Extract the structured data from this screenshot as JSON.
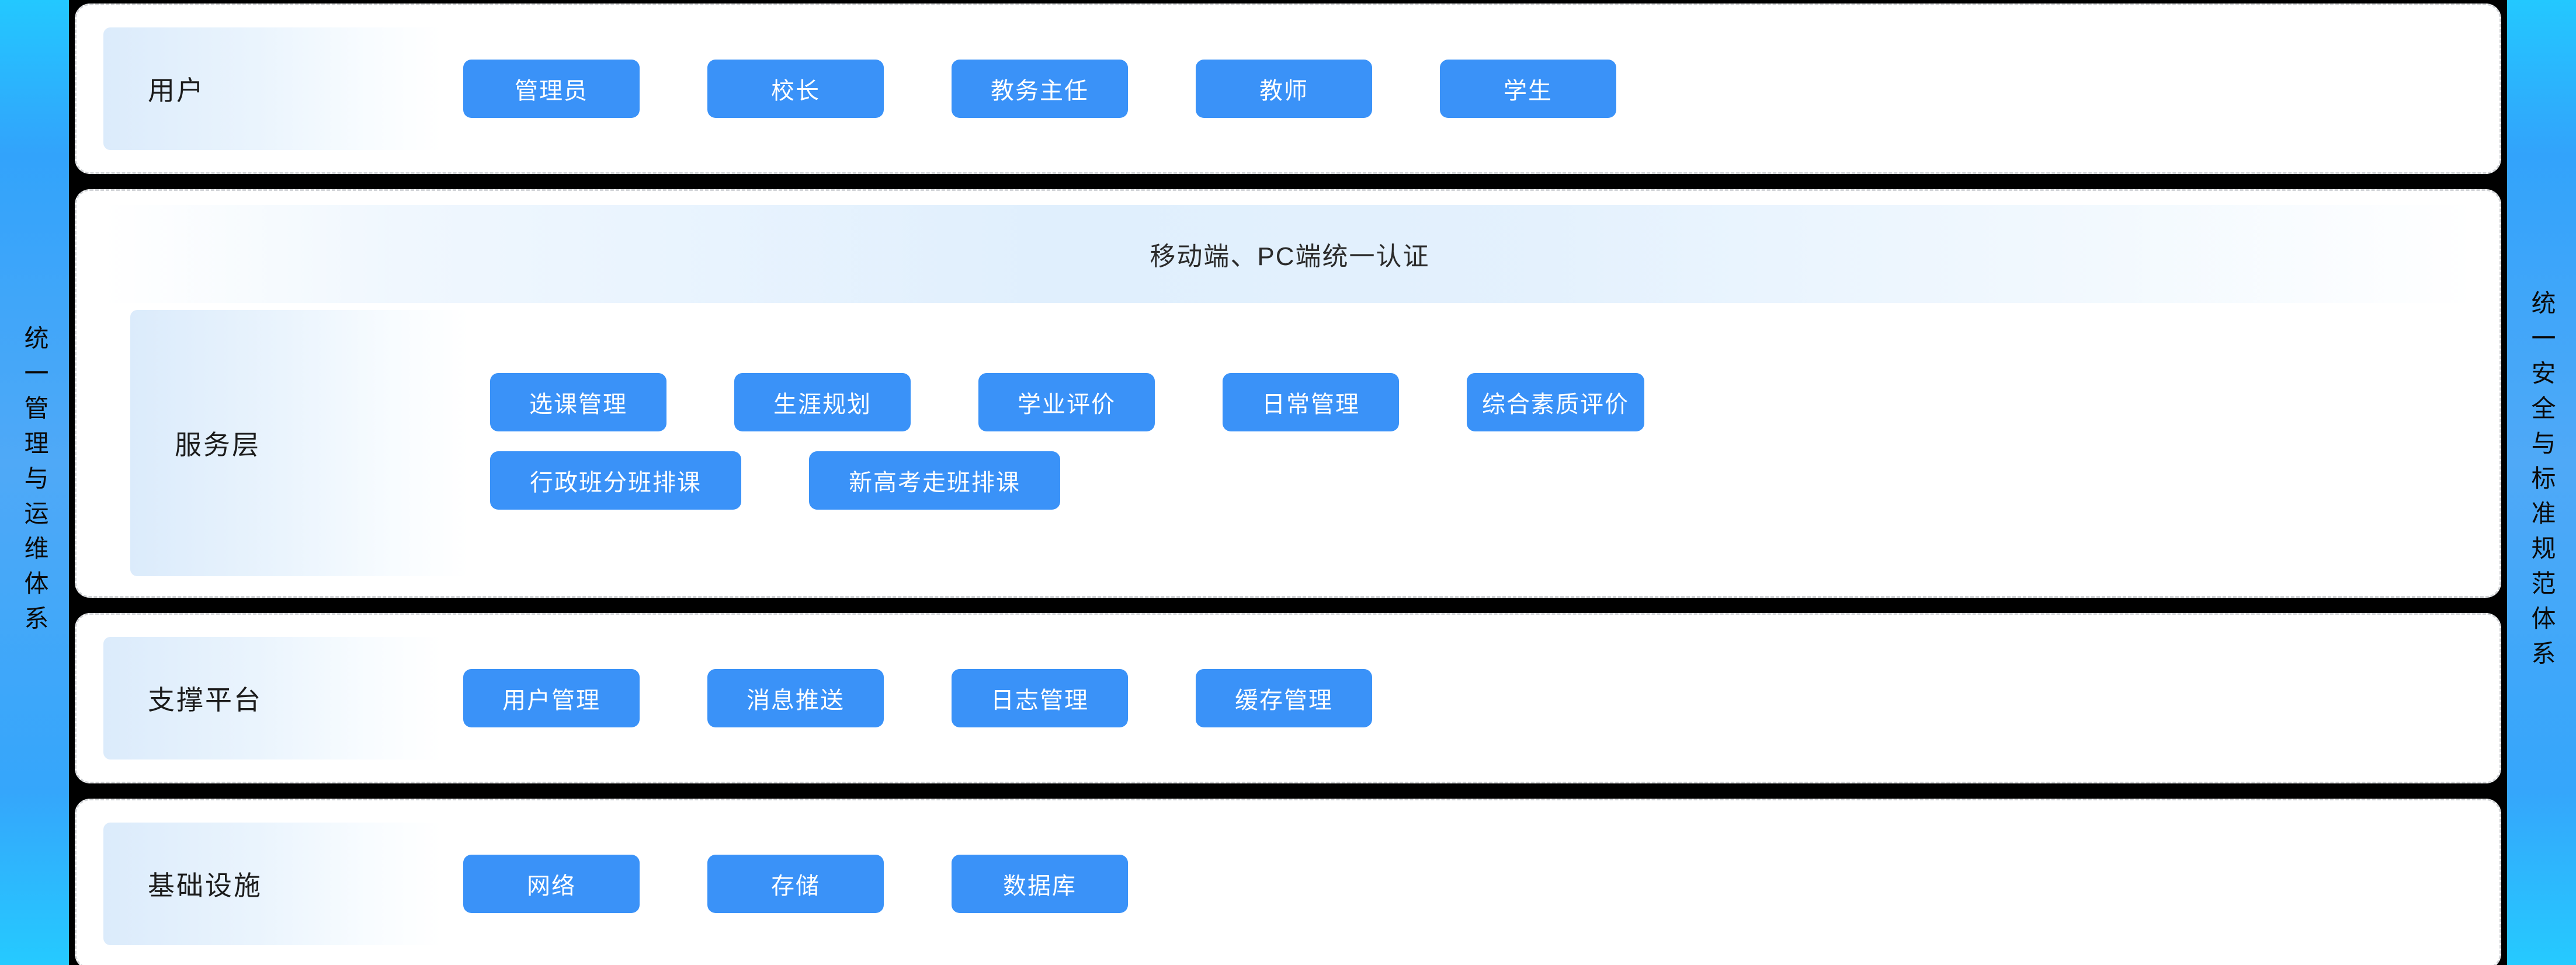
{
  "banners": {
    "left": "统一管理与运维体系",
    "right": "统一安全与标准规范体系"
  },
  "colors": {
    "node_blue": "#3a92f8",
    "banner_blue_top": "#23c8ff",
    "banner_blue_mid": "#4fa9f7",
    "card_background": "#ffffff",
    "card_border": "#d2d4d7",
    "page_background": "#000000",
    "label_gradient_start": "#dbebfb",
    "label_gradient_end": "#ffffff"
  },
  "layers": [
    {
      "id": "users",
      "label": "用户",
      "rows": [
        {
          "nodes": [
            "管理员",
            "校长",
            "教务主任",
            "教师",
            "学生"
          ]
        }
      ]
    },
    {
      "id": "service",
      "label": "服务层",
      "banner": "移动端、PC端统一认证",
      "rows": [
        {
          "nodes": [
            "选课管理",
            "生涯规划",
            "学业评价",
            "日常管理",
            "综合素质评价"
          ]
        },
        {
          "nodes": [
            "行政班分班排课",
            "新高考走班排课"
          ]
        }
      ]
    },
    {
      "id": "support",
      "label": "支撑平台",
      "rows": [
        {
          "nodes": [
            "用户管理",
            "消息推送",
            "日志管理",
            "缓存管理"
          ]
        }
      ]
    },
    {
      "id": "infra",
      "label": "基础设施",
      "rows": [
        {
          "nodes": [
            "网络",
            "存储",
            "数据库"
          ]
        }
      ]
    }
  ]
}
